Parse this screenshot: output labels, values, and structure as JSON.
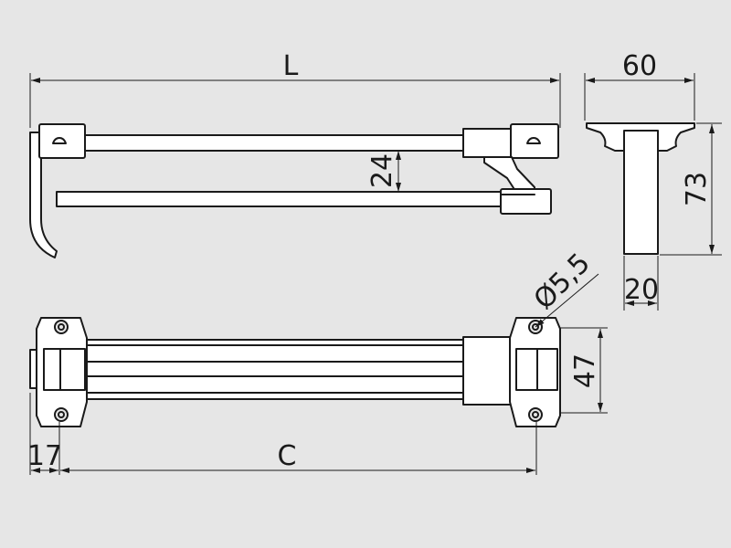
{
  "dimensions": {
    "length_label": "L",
    "width_label": "60",
    "height_label": "73",
    "rail_gap_label": "24",
    "hole_diameter_label": "Ø5,5",
    "post_width_label": "20",
    "bracket_depth_label": "47",
    "offset_label": "17",
    "centers_label": "C"
  },
  "colors": {
    "background": "#e6e6e6",
    "line": "#1a1a1a",
    "fill": "#ffffff"
  }
}
